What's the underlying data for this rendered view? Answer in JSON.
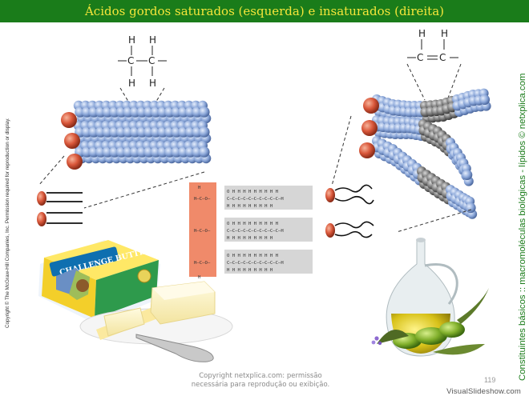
{
  "title": "Ácidos gordos saturados (esquerda) e insaturados (direita)",
  "copyright_left": "Copyright © The McGraw-Hill Companies, Inc. Permission required for reproduction or display.",
  "side_caption": "Constituintes básicos :: macromoléculas biológicas - lípidos © netxplica.com",
  "footer_copyright_line1": "Copyright netxplica.com: permissão",
  "footer_copyright_line2": "necessária para reprodução ou exibição.",
  "page_number": "119",
  "site_mark": "VisualSlideshow.com",
  "saturated_bond": {
    "h": "H",
    "c": "C",
    "dash": "—"
  },
  "unsaturated_bond": {
    "h": "H",
    "c": "C",
    "double": "="
  },
  "butter_box_label": "CHALLENGE BUTTER",
  "colors": {
    "title_bar": "#1a7c1a",
    "title_text": "#f5e63a",
    "glycerol": "#f08a6a",
    "carbon": "#8aa6d8",
    "head": "#d9573a"
  }
}
